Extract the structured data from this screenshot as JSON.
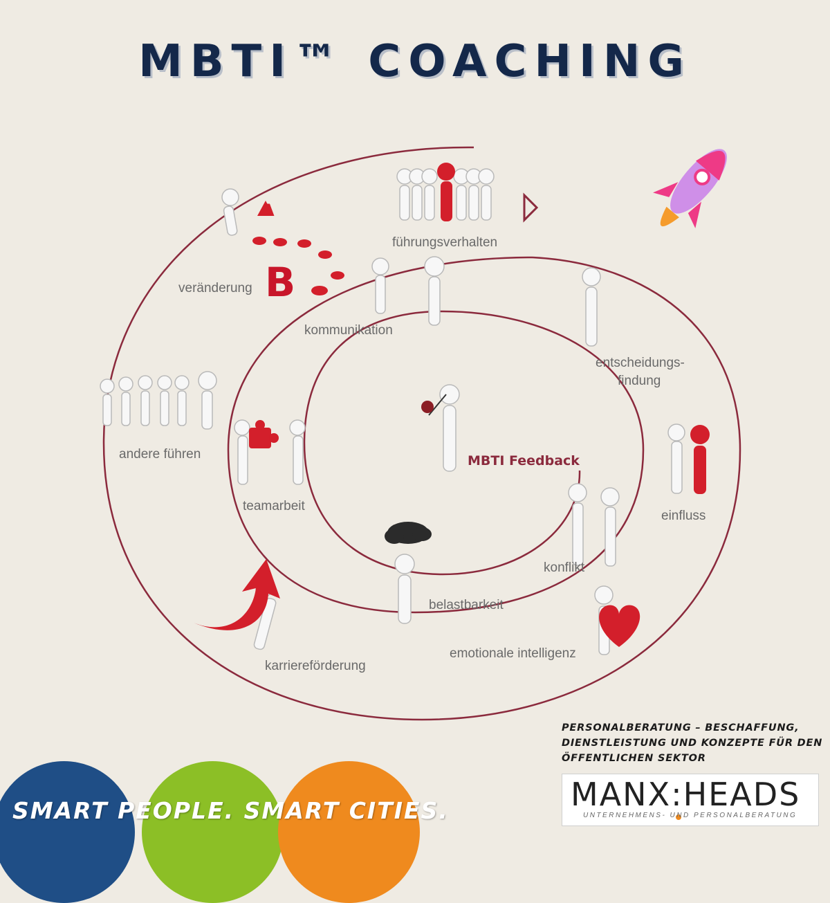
{
  "title": "MBTI™ COACHING",
  "diagram": {
    "center_label": "MBTI Feedback",
    "topics": {
      "fuehrungsverhalten": "führungsverhalten",
      "veraenderung": "veränderung",
      "kommunikation": "kommunikation",
      "entscheidung_line1": "entscheidungs-",
      "entscheidung_line2": "findung",
      "andere_fuehren": "andere führen",
      "teamarbeit": "teamarbeit",
      "einfluss": "einfluss",
      "konflikt": "konflikt",
      "belastbarkeit": "belastbarkeit",
      "karrierefoerderung": "karriereförderung",
      "emotionale_intelligenz": "emotionale intelligenz"
    },
    "letters": {
      "a": "A",
      "b": "B"
    },
    "spiral_color": "#8b2a3d",
    "accent_red": "#d31f2b"
  },
  "company": {
    "tagline_line1": "PERSONALBERATUNG – BESCHAFFUNG,",
    "tagline_line2": "DIENSTLEISTUNG UND KONZEPTE FÜR DEN",
    "tagline_line3": "ÖFFENTLICHEN SEKTOR",
    "logo_left": "MANX",
    "logo_right": "HEADS",
    "logo_sub": "UNTERNEHMENS- UND   PERSONALBERATUNG"
  },
  "footer": {
    "slogan": "SMART PEOPLE. SMART CITIES.",
    "circle_colors": [
      "#1f4e86",
      "#8cbf26",
      "#ef8a1e"
    ]
  }
}
